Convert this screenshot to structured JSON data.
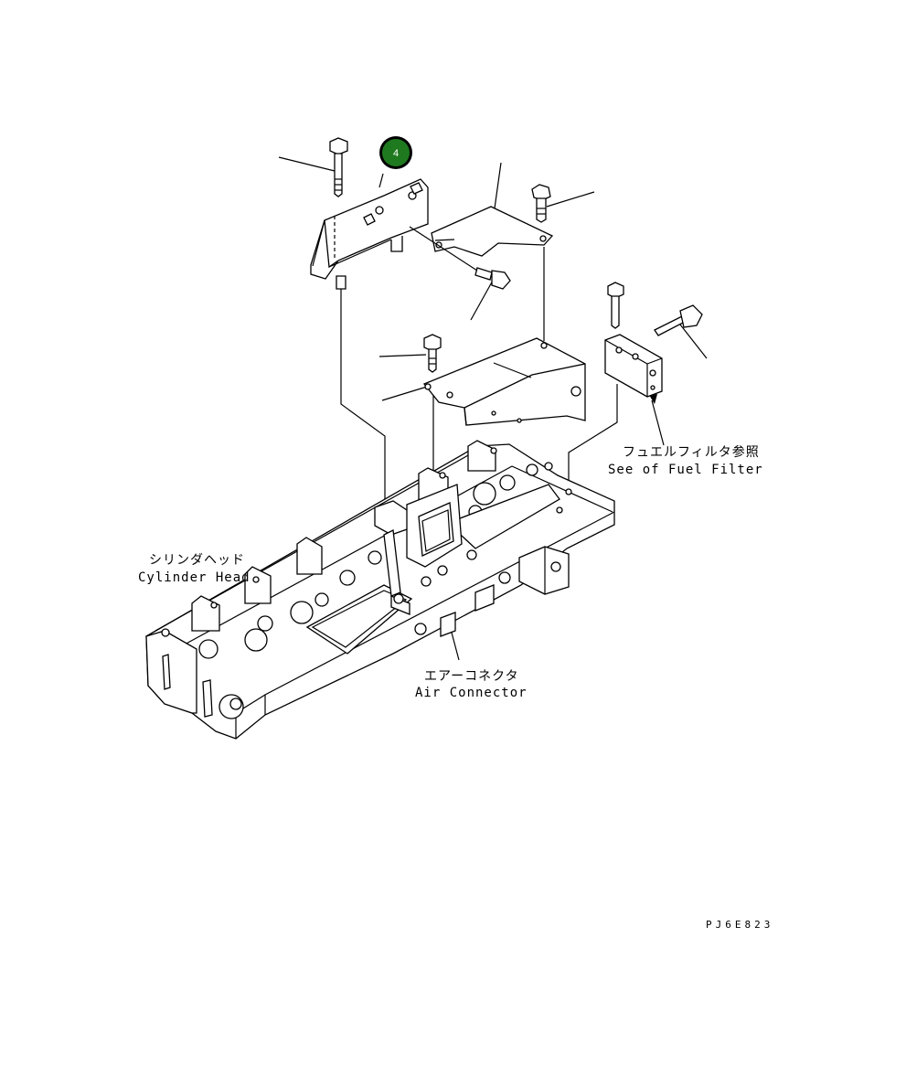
{
  "callout": {
    "number": "4",
    "color": "#1f7a1f"
  },
  "labels": {
    "fuel_filter_jp": "フュエルフィルタ参照",
    "fuel_filter_en": "See of Fuel Filter",
    "cylinder_head_jp": "シリンダヘッド",
    "cylinder_head_en": "Cylinder Head",
    "air_connector_jp": "エアーコネクタ",
    "air_connector_en": "Air Connector"
  },
  "drawing_code": "PJ6E823"
}
